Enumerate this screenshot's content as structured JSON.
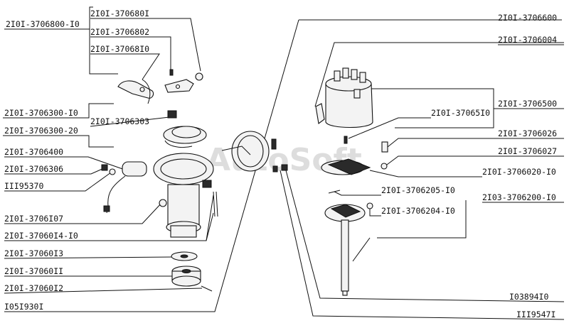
{
  "watermark": "AutoSoft",
  "labels": {
    "l_2101_3706800_10": "2I0I-3706800-I0",
    "l_2101_3706801": "2I0I-370680I",
    "l_2101_3706802": "2I0I-3706802",
    "l_2101_3706810": "2I0I-37068I0",
    "l_2101_3706300_10": "2I0I-3706300-I0",
    "l_2101_3706303": "2I0I-3706303",
    "l_2101_3706300_20": "2I0I-3706300-20",
    "l_2101_3706400": "2I0I-3706400",
    "l_2101_3706306": "2I0I-3706306",
    "l_111_95370": "III95370",
    "l_2101_3706107": "2I0I-3706I07",
    "l_2101_3706014_10": "2I0I-37060I4-I0",
    "l_2101_3706013": "2I0I-37060I3",
    "l_2101_3706011": "2I0I-37060II",
    "l_2101_3706012": "2I0I-37060I2",
    "l_1051930": "I05I930I",
    "l_2101_3706600": "2I0I-3706600",
    "l_2101_3706004": "2I0I-3706004",
    "l_2101_3706500": "2I0I-3706500",
    "l_2101_3706510": "2I0I-37065I0",
    "l_2101_3706026": "2I0I-3706026",
    "l_2101_3706027": "2I0I-3706027",
    "l_2101_3706020_10": "2I0I-3706020-I0",
    "l_2101_3706205_10": "2I0I-3706205-I0",
    "l_2103_3706200_10": "2I03-3706200-I0",
    "l_2101_3706204_10": "2I0I-3706204-I0",
    "l_1038940": "I03894I0",
    "l_111_95471": "III9547I"
  }
}
